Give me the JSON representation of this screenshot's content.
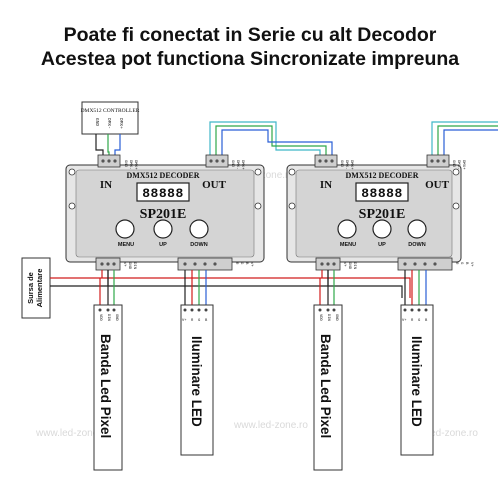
{
  "title": {
    "line1": "Poate fi conectat in Serie cu alt Decodor",
    "line2": "Acestea pot functiona Sincronizate impreuna"
  },
  "watermark": "www.led-zone.ro",
  "controller": {
    "label": "DMX512 CONTROLLER",
    "pins": [
      "GND",
      "DMX-",
      "DMX+"
    ]
  },
  "power_supply": {
    "line1": "Sursa de",
    "line2": "Alimentare"
  },
  "decoders": [
    {
      "title": "DMX512 DECODER",
      "model": "SP201E",
      "display": "88888",
      "in_label": "IN",
      "out_label": "OUT",
      "io_pins": [
        "GND",
        "DMX-",
        "DMX+"
      ],
      "buttons": [
        "MENU",
        "UP",
        "DOWN"
      ],
      "bottom_left_pins": [
        "V+",
        "GND",
        "DIN"
      ],
      "bottom_right_pins": [
        "R",
        "G",
        "B",
        "V+"
      ]
    },
    {
      "title": "DMX512 DECODER",
      "model": "SP201E",
      "display": "88888",
      "in_label": "IN",
      "out_label": "OUT",
      "io_pins": [
        "GND",
        "DMX-",
        "DMX+"
      ],
      "buttons": [
        "MENU",
        "UP",
        "DOWN"
      ],
      "bottom_left_pins": [
        "V+",
        "GND",
        "DIN"
      ],
      "bottom_right_pins": [
        "R",
        "G",
        "B",
        "V+"
      ]
    }
  ],
  "strips": [
    {
      "label": "Banda Led Pixel",
      "pins": [
        "VDD",
        "DIN",
        "GND"
      ]
    },
    {
      "label": "Iluminare LED",
      "pins": [
        "V+",
        "R",
        "G",
        "B"
      ]
    },
    {
      "label": "Banda Led Pixel",
      "pins": [
        "VDD",
        "DIN",
        "GND"
      ]
    },
    {
      "label": "Iluminare LED",
      "pins": [
        "V+",
        "R",
        "G",
        "B"
      ]
    }
  ],
  "colors": {
    "wire_red": "#d11c1c",
    "wire_black": "#222222",
    "wire_green": "#2fa84a",
    "wire_blue": "#2a5fd6",
    "wire_cyan": "#3fb6c8",
    "wire_purple": "#9a4fd0",
    "wire_gray": "#9a9a9a"
  }
}
